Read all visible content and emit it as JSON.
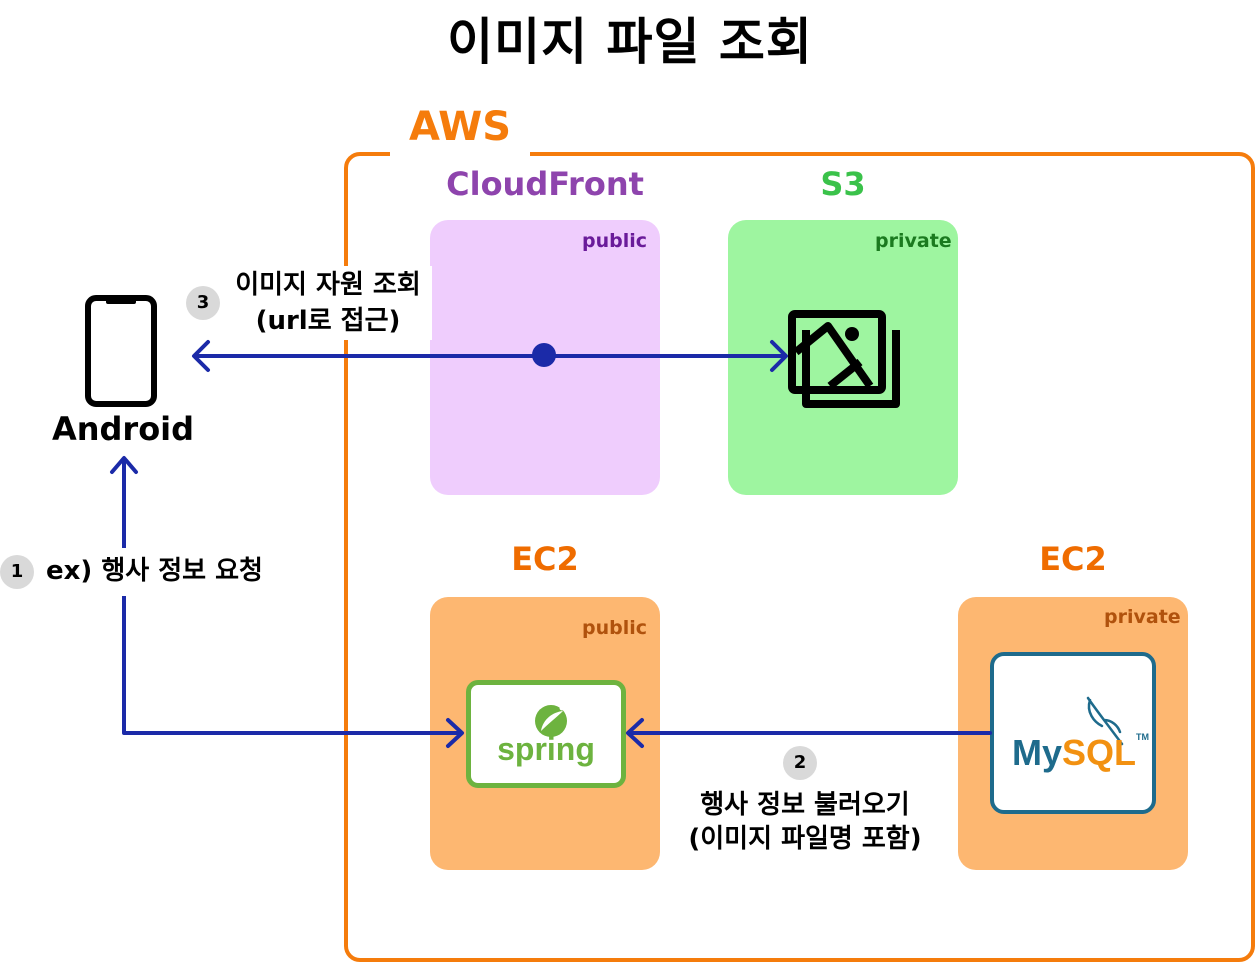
{
  "title": "이미지 파일 조회",
  "aws": {
    "label": "AWS",
    "cloudfront": {
      "name": "CloudFront",
      "visibility": "public",
      "color": "#8e44ad",
      "bg": "#efcdfd"
    },
    "s3": {
      "name": "S3",
      "visibility": "private",
      "color": "#3ac24a",
      "bg": "#9ef5a0"
    },
    "ec2_app": {
      "name": "EC2",
      "visibility": "public",
      "color": "#ef6c00",
      "bg": "#fdb771",
      "logo_text": "spring"
    },
    "ec2_db": {
      "name": "EC2",
      "visibility": "private",
      "bg": "#fdb771",
      "logo_text_a": "My",
      "logo_text_b": "SQL",
      "tm": "TM"
    }
  },
  "client": {
    "name": "Android"
  },
  "steps": [
    {
      "num": "1",
      "text": "ex) 행사 정보 요청"
    },
    {
      "num": "2",
      "line1": "행사 정보 불러오기",
      "line2": "(이미지 파일명 포함)"
    },
    {
      "num": "3",
      "line1": "이미지 자원 조회",
      "line2": "(url로 접근)"
    }
  ],
  "colors": {
    "arrow": "#1b2aa8",
    "aws": "#f57c0c",
    "spring": "#6db33f",
    "mysql_border": "#1e6b8c"
  }
}
